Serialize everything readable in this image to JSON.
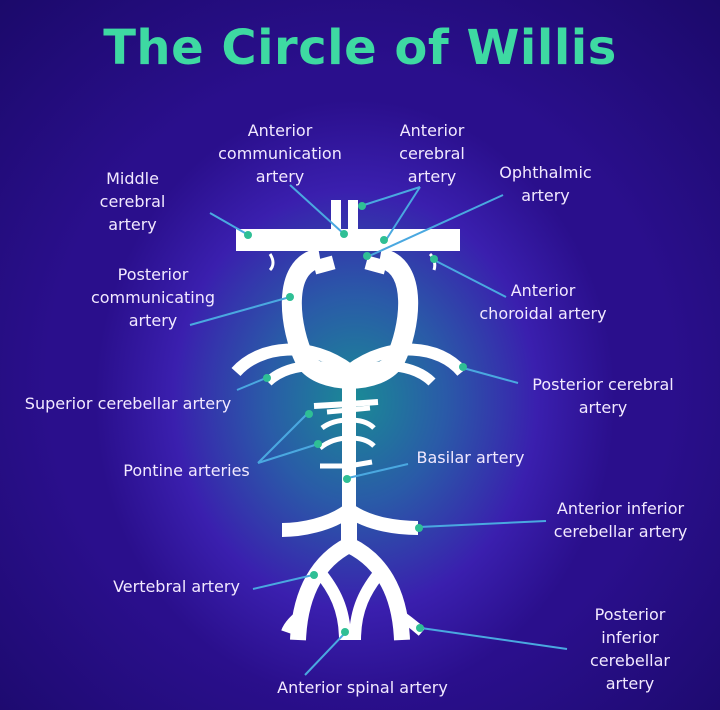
{
  "title": "The Circle of Willis",
  "colors": {
    "title": "#3ed9a2",
    "marker": "#2fbf95",
    "leader": "#4aa8e0",
    "vessel": "#ffffff"
  },
  "labels": {
    "anterior_communication": [
      "Anterior",
      "communication",
      "artery"
    ],
    "anterior_cerebral": [
      "Anterior",
      "cerebral",
      "artery"
    ],
    "middle_cerebral": [
      "Middle",
      "cerebral",
      "artery"
    ],
    "ophthalmic": [
      "Ophthalmic",
      "artery"
    ],
    "posterior_communicating": [
      "Posterior",
      "communicating",
      "artery"
    ],
    "anterior_choroidal": [
      "Anterior",
      "choroidal artery"
    ],
    "superior_cerebellar": [
      "Superior cerebellar artery"
    ],
    "posterior_cerebral": [
      "Posterior cerebral",
      "artery"
    ],
    "pontine": [
      "Pontine arteries"
    ],
    "basilar": [
      "Basilar artery"
    ],
    "anterior_inferior_cerebellar": [
      "Anterior inferior",
      "cerebellar artery"
    ],
    "vertebral": [
      "Vertebral artery"
    ],
    "posterior_inferior_cerebellar": [
      "Posterior",
      "inferior",
      "cerebellar",
      "artery"
    ],
    "anterior_spinal": [
      "Anterior spinal artery"
    ]
  }
}
